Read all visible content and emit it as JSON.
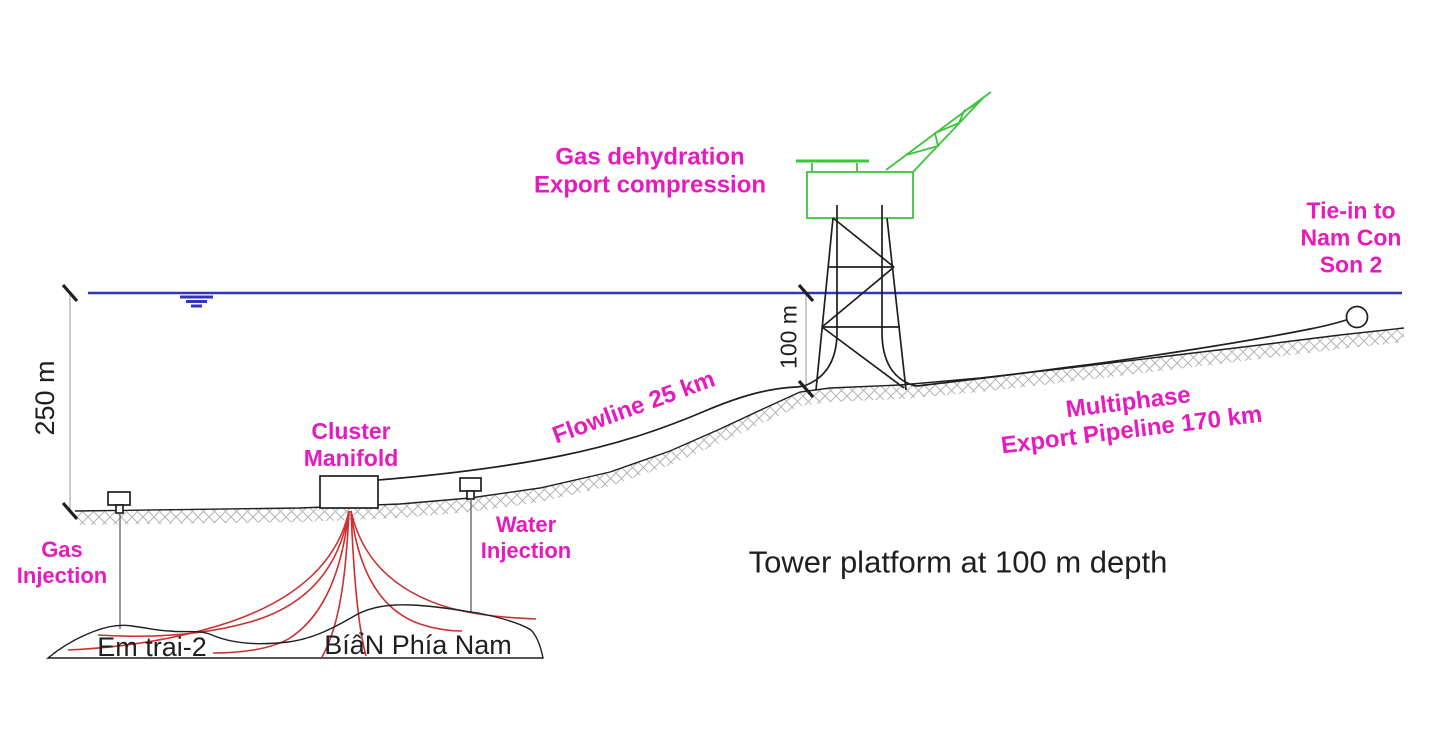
{
  "diagram": {
    "caption": "Tower platform at 100 m depth",
    "labels": {
      "gas_dehydration": "Gas dehydration\nExport compression",
      "tie_in": "Tie-in to\nNam Con Son 2",
      "cluster_manifold": "Cluster\nManifold",
      "flowline": "Flowline 25 km",
      "export_pipeline": "Multiphase\nExport Pipeline 170 km",
      "gas_injection": "Gas\nInjection",
      "water_injection": "Water\nInjection",
      "field_left": "Em trai-2",
      "field_right": "BíẩN Phía Nam"
    },
    "dimensions": {
      "depth_total": "250 m",
      "depth_platform": "100 m"
    },
    "colors": {
      "label": "#e61bbd",
      "water": "#3434bb",
      "platform": "#3cc53c",
      "wells": "#cc3030",
      "lines": "#1f1f1f",
      "hatch": "#b5b5b5"
    }
  }
}
